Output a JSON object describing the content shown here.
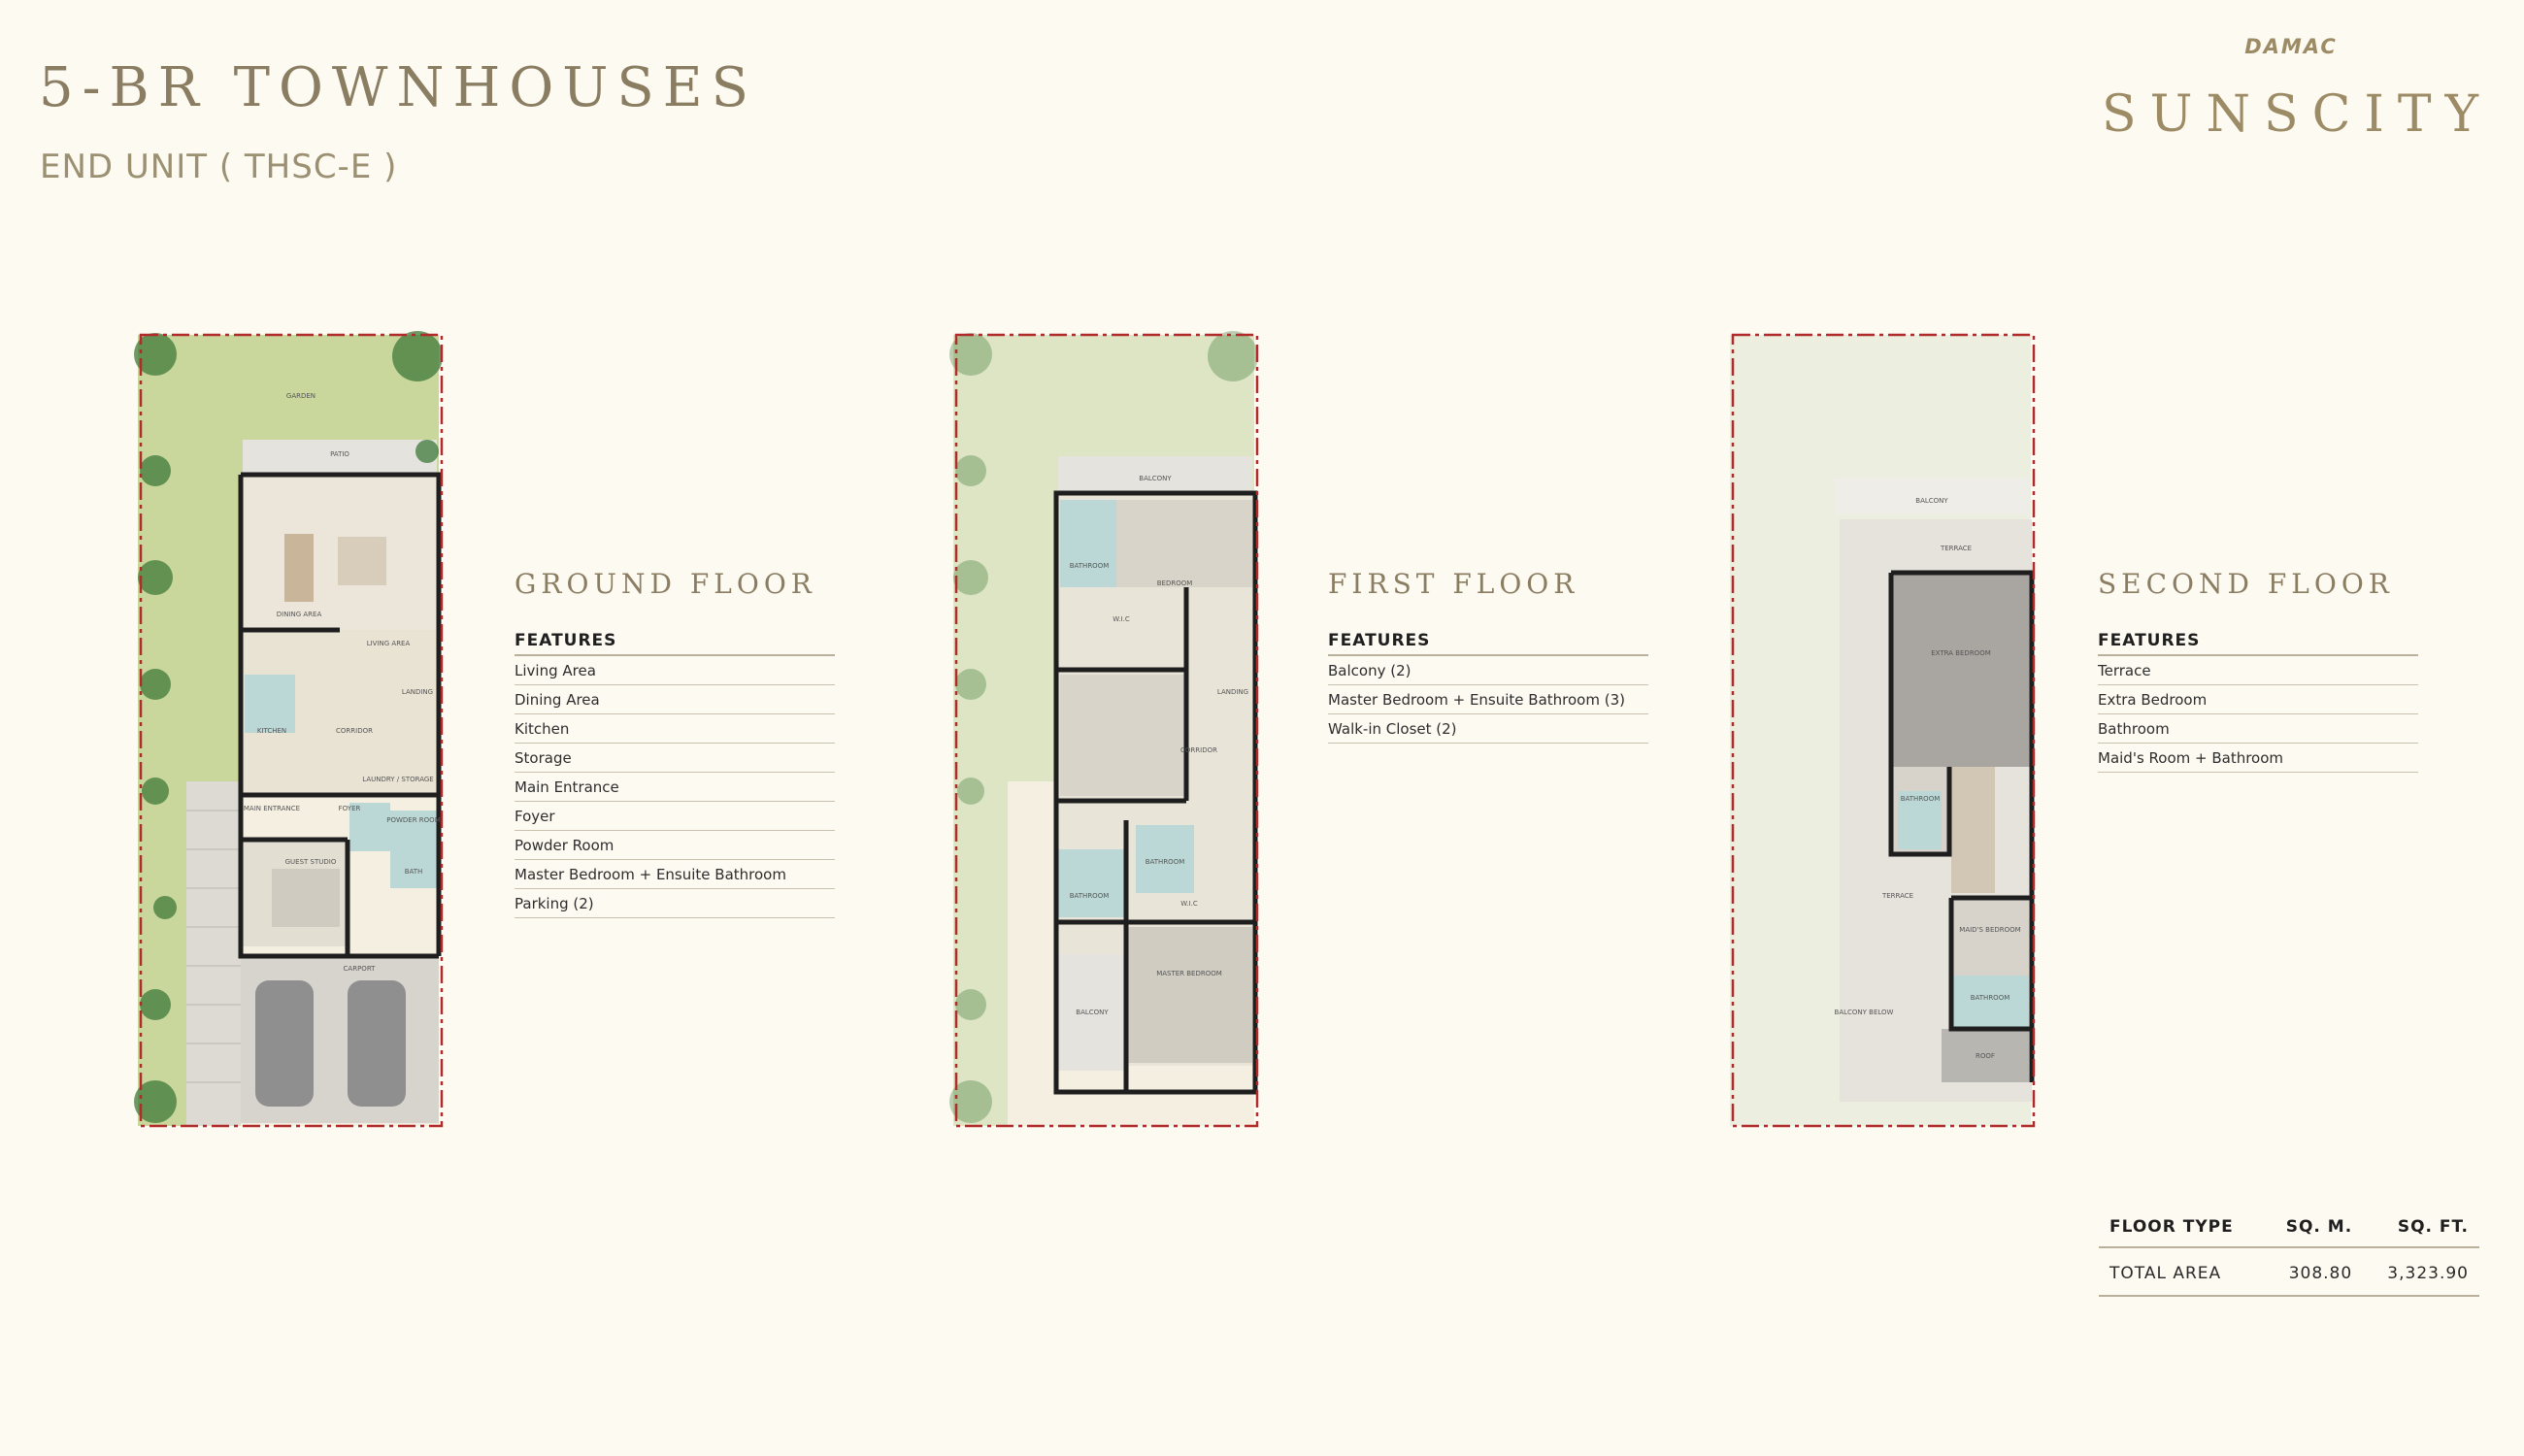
{
  "header": {
    "title": "5-BR TOWNHOUSES",
    "subtitle": "END UNIT ( THSC-E )"
  },
  "logo": {
    "brand": "DAMAC",
    "name": "SUNSCITY",
    "color": "#9c8b64"
  },
  "floors": [
    {
      "name": "GROUND FLOOR",
      "features_title": "FEATURES",
      "features": [
        "Living Area",
        "Dining Area",
        "Kitchen",
        "Storage",
        "Main Entrance",
        "Foyer",
        "Powder Room",
        "Master Bedroom + Ensuite Bathroom",
        "Parking (2)"
      ],
      "rooms": [
        "GARDEN",
        "PATIO",
        "DINING AREA",
        "LIVING AREA",
        "KITCHEN",
        "CORRIDOR",
        "LANDING",
        "LAUNDRY / STORAGE",
        "MAIN ENTRANCE",
        "FOYER",
        "POWDER ROOM",
        "GUEST STUDIO",
        "BATH",
        "CARPORT"
      ]
    },
    {
      "name": "FIRST FLOOR",
      "features_title": "FEATURES",
      "features": [
        "Balcony (2)",
        "Master Bedroom + Ensuite Bathroom (3)",
        "Walk-in Closet (2)"
      ],
      "rooms": [
        "BALCONY",
        "BATHROOM",
        "BEDROOM",
        "W.I.C",
        "LANDING",
        "CORRIDOR",
        "BATHROOM",
        "BATHROOM",
        "W.I.C",
        "MASTER BEDROOM",
        "BALCONY"
      ]
    },
    {
      "name": "SECOND FLOOR",
      "features_title": "FEATURES",
      "features": [
        "Terrace",
        "Extra Bedroom",
        "Bathroom",
        "Maid's Room + Bathroom"
      ],
      "rooms": [
        "BALCONY",
        "TERRACE",
        "EXTRA BEDROOM",
        "BATHROOM",
        "TERRACE",
        "MAID'S BEDROOM",
        "BATHROOM",
        "BALCONY BELOW",
        "ROOF"
      ]
    }
  ],
  "area_table": {
    "headers": [
      "FLOOR TYPE",
      "SQ. M.",
      "SQ. FT."
    ],
    "rows": [
      [
        "TOTAL AREA",
        "308.80",
        "3,323.90"
      ]
    ]
  },
  "colors": {
    "background": "#fdfaf2",
    "accent": "#8a7d62",
    "plot_boundary": "#b22b2b",
    "garden": "#c9d79c",
    "wet_area": "#bcd8d6"
  }
}
